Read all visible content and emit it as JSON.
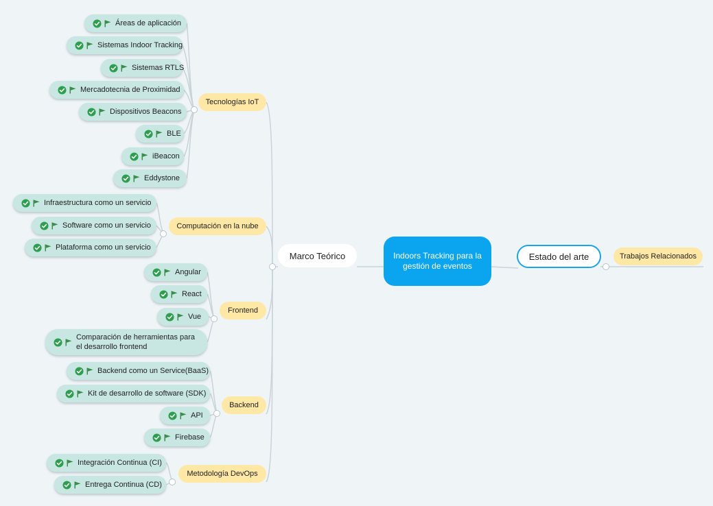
{
  "root": {
    "title": "Indoors Tracking para la gestión de eventos"
  },
  "left_branch": {
    "title": "Marco Teórico",
    "categories": [
      {
        "label": "Tecnologías IoT",
        "children": [
          "Áreas de aplicación",
          "Sistemas Indoor Tracking",
          "Sistemas RTLS",
          "Mercadotecnia de Proximidad",
          "Dispositivos Beacons",
          "BLE",
          "iBeacon",
          "Eddystone"
        ]
      },
      {
        "label": "Computación en la nube",
        "children": [
          "Infraestructura como un servicio",
          "Software como un servicio",
          "Plataforma como un servicio"
        ]
      },
      {
        "label": "Frontend",
        "children": [
          "Angular",
          "React",
          "Vue",
          "Comparación de herramientas para el desarrollo frontend"
        ]
      },
      {
        "label": "Backend",
        "children": [
          "Backend como un Service(BaaS)",
          "Kit de desarrollo de software (SDK)",
          "API",
          "Firebase"
        ]
      },
      {
        "label": "Metodología DevOps",
        "children": [
          "Integración Continua (CI)",
          "Entrega Continua (CD)"
        ]
      }
    ]
  },
  "right_branch": {
    "title": "Estado del arte",
    "categories": [
      {
        "label": "Trabajos Relacionados"
      }
    ]
  },
  "icons": {
    "check": "check-circle-icon",
    "flag": "flag-icon"
  },
  "colors": {
    "root": "#0aa5ee",
    "category": "#ffe7a6",
    "leaf": "#c8e6e2",
    "check": "#2e9e4f",
    "flag": "#3a8d4a",
    "line": "#c9d3d8",
    "background": "#eff4f7"
  }
}
